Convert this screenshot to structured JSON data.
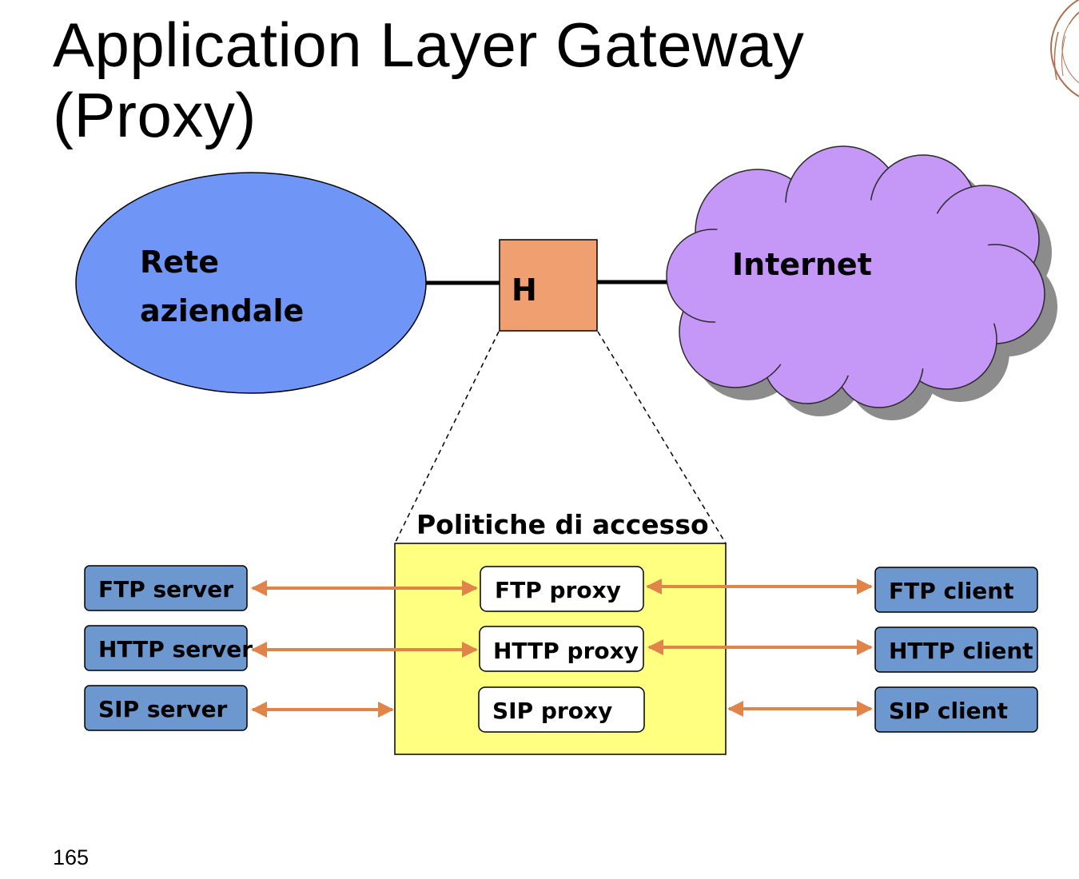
{
  "title": {
    "line1": "Application Layer Gateway",
    "line2": "(Proxy)"
  },
  "nodes": {
    "lan": {
      "line1": "Rete",
      "line2": "aziendale"
    },
    "host": "H",
    "internet": "Internet"
  },
  "policy_box": {
    "label": "Politiche di accesso"
  },
  "servers": [
    "FTP server",
    "HTTP server",
    "SIP server"
  ],
  "proxies": [
    "FTP proxy",
    "HTTP proxy",
    "SIP proxy"
  ],
  "clients": [
    "FTP client",
    "HTTP client",
    "SIP client"
  ],
  "page_number": "165",
  "colors": {
    "lan": "#6f95f7",
    "host": "#f0a070",
    "internet": "#c597f6",
    "policy": "#ffff80",
    "endpoint": "#6d97cf",
    "arrow": "#e0844a"
  }
}
